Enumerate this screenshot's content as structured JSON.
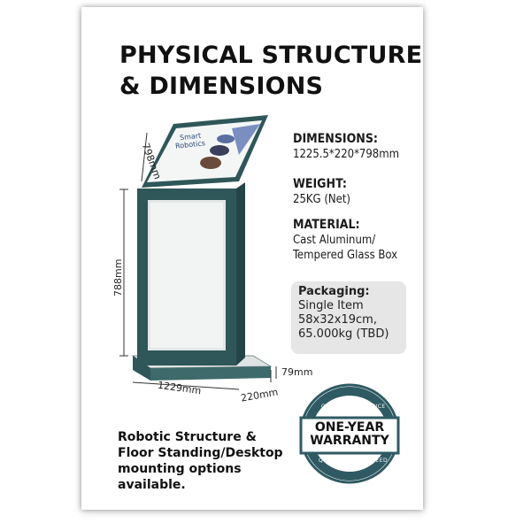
{
  "title": {
    "line1": "PHYSICAL STRUCTURE",
    "line2": "& DIMENSIONS"
  },
  "specs": {
    "dimensions_label": "DIMENSIONS:",
    "dimensions_value": "1225.5*220*798mm",
    "weight_label": "WEIGHT:",
    "weight_value": "25KG (Net)",
    "material_label": "MATERIAL:",
    "material_line1": "Cast Aluminum/",
    "material_line2": "Tempered Glass Box"
  },
  "packaging": {
    "label": "Packaging:",
    "line1": "Single Item",
    "line2": "58x32x19cm,",
    "line3": "65.000kg (TBD)"
  },
  "dimension_labels": {
    "top_depth": "798mm",
    "height": "788mm",
    "width": "1229mm",
    "depth": "220mm",
    "base": "79mm"
  },
  "screen_text": {
    "line1": "Smart",
    "line2": "Robotics"
  },
  "footer": {
    "line1": "Robotic Structure &",
    "line2": "Floor Standing/Desktop",
    "line3": "mounting options available."
  },
  "warranty": {
    "top_text": "QUALITY ASSURANCE",
    "line1": "ONE-YEAR",
    "line2": "WARRANTY",
    "bottom_text": "QUALITY GUARANTEED"
  },
  "colors": {
    "frame": "#2f5658",
    "seal": "#2f5a63",
    "text": "#111111"
  }
}
